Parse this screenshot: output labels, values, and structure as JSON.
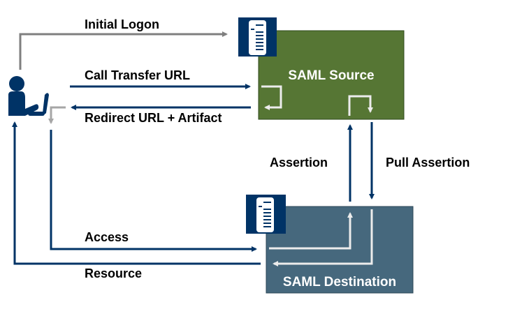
{
  "diagram": {
    "nodes": {
      "user": {
        "label": "",
        "icon": "user-at-computer-icon"
      },
      "saml_source": {
        "label": "SAML Source",
        "icon": "server-icon"
      },
      "saml_destination": {
        "label": "SAML Destination",
        "icon": "server-icon"
      }
    },
    "edges": {
      "initial_logon": "Initial  Logon",
      "call_transfer_url": "Call Transfer URL",
      "redirect_url_artifact": "Redirect URL + Artifact",
      "assertion": "Assertion",
      "pull_assertion": "Pull Assertion",
      "access": "Access",
      "resource": "Resource"
    },
    "colors": {
      "navy": "#003366",
      "source_green": "#567634",
      "destination_blue": "#46687d",
      "gray_arrow": "#7f7f7f",
      "light_gray_arrow": "#a6a6a6",
      "inner_arrow": "#ececec"
    }
  }
}
